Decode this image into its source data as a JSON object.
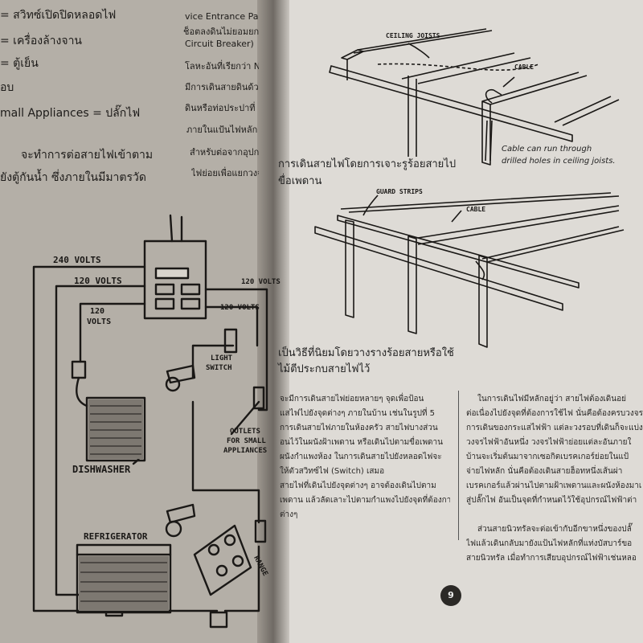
{
  "left_page": {
    "list_items": [
      "= สวิทซ์เปิดปิดหลอดไฟ",
      "= เครื่องล้างจาน",
      "= ตู้เย็น",
      "อบ",
      "mall Appliances  =  ปลั๊กไฟ"
    ],
    "right_column_fragments": [
      "vice Entrance Pan",
      "ช็อตลงดินไม่ยอมยกเมา",
      "Circuit Breaker)",
      "โลหะอันที่เรียกว่า Neutral",
      "มีการเดินสายดินด้วย",
      "ดินหรือท่อประปาที่",
      "ภายในแป้นไฟหลัก",
      "สำหรับต่อจากอุปกรณ์",
      "ไฟย่อยเพื่อแยกวงจร"
    ],
    "paragraph": [
      "จะทำการต่อสายไฟเข้าตาม",
      "ยังตู้กันน้ำ  ซึ่งภายในมีมาตรวัด"
    ],
    "wiring_labels": {
      "v240": "240 VOLTS",
      "v120_a": "120 VOLTS",
      "v120_b": "120 VOLTS",
      "v120_c": "120",
      "v120_c2": "VOLTS",
      "v120_d": "120 VOLTS",
      "light_switch": "LIGHT",
      "light_switch2": "SWITCH",
      "outlets": [
        "OUTLETS",
        "FOR SMALL",
        "APPLIANCES"
      ],
      "dishwasher": "DISHWASHER",
      "refrigerator": "REFRIGERATOR",
      "range": "RANGE"
    }
  },
  "right_page": {
    "fig1": {
      "label_joists": "CEILING JOISTS",
      "label_cable": "CABLE",
      "caption_en": [
        "Cable can run through",
        "drilled holes in ceiling joists."
      ],
      "caption_th": [
        "การเดินสายไฟโดยการเจาะรูร้อยสายไป",
        "ขื่อเพดาน"
      ]
    },
    "fig2": {
      "label_guard": "GUARD STRIPS",
      "label_cable": "CABLE",
      "caption_th": [
        "เป็นวิธีที่นิยมโดยวางรางร้อยสายหรือใช้",
        "ไม้ตีประกบสายไฟไว้"
      ]
    },
    "col_left": [
      "จะมีการเดินสายไฟย่อยหลายๆ  จุดเพื่อป้อน",
      "แสไฟไปยังจุดต่างๆ  ภายในบ้าน  เช่นในรูปที่ 5",
      "การเดินสายไฟภายในห้องครัว  สายไฟบางส่วน",
      "อนไว้ในผนังฝ้าเพดาน  หรือเดินไปตามขื่อเพดาน",
      "ผนังกำแพงห้อง  ในการเดินสายไปยังหลอดไฟจะ",
      "ให้ตัวสวิทซ์ไฟ  (Switch)  เสมอ",
      "สายไฟที่เดินไปยังจุดต่างๆ  อาจต้องเดินไปตาม",
      "เพดาน แล้วลัดเลาะไปตามกำแพงไปยังจุดที่ต้องการ",
      "ต่างๆ"
    ],
    "col_right": [
      "ในการเดินไฟมีหลักอยู่ว่า  สายไฟต้องเดินอย่",
      "ต่อเนื่องไปยังจุดที่ต้องการใช้ไฟ  นั่นคือต้องครบวงจร",
      "การเดินของกระแสไฟฟ้า  แต่ละวงรอบที่เดินก็จะแบ่ง",
      "วงจรไฟฟ้าอันหนึ่ง  วงจรไฟฟ้าย่อยแต่ละอันภายใ",
      "บ้านจะเริ่มต้นมาจากเซอกิตเบรคเกอร์ย่อยในแป้",
      "จ่ายไฟหลัก  นั่นคือต้องเดินสายฮ็อทหนึ่งเส้นผ่า",
      "เบรคเกอร์แล้วผ่านไปตามฝ้าเพดานและผนังห้องมาเ",
      "สู่ปลั๊กไฟ  อันเป็นจุดที่กำหนดไว้ใช้อุปกรณ์ไฟฟ้าต่า",
      "",
      "ส่วนสายนิวทรัลจะต่อเข้ากับอีกขาหนึ่งของปลั๊",
      "ไฟแล้วเดินกลับมายังแป้นไฟหลักที่แท่งบัสบาร์ขอ",
      "สายนิวทรัล  เมื่อทำการเสียบอุปกรณ์ไฟฟ้าเช่นหลอ"
    ],
    "page_number": "9"
  },
  "colors": {
    "ink": "#1a1816",
    "left_paper": "#b4afa7",
    "right_paper": "#dedbd6"
  }
}
